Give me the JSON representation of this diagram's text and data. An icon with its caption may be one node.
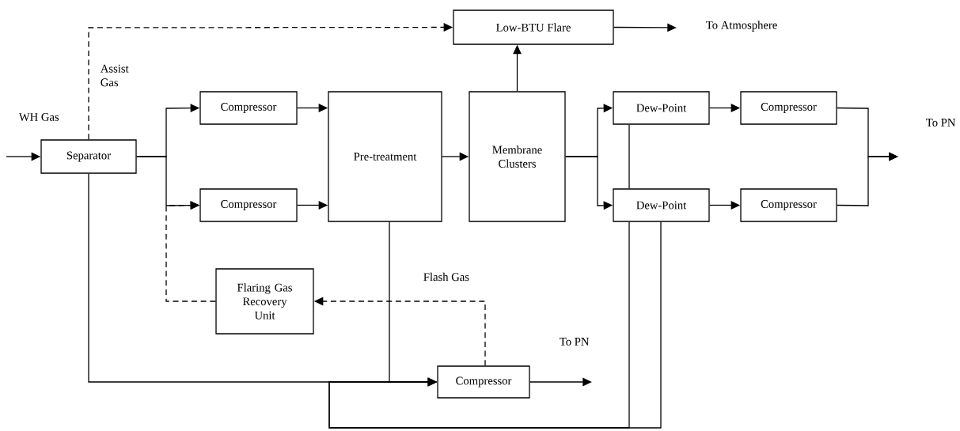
{
  "diagram": {
    "nodes": [
      {
        "text": [
          "Separator"
        ]
      },
      {
        "text": [
          "Low-BTU Flare"
        ]
      },
      {
        "text": [
          "Compressor"
        ]
      },
      {
        "text": [
          "Compressor"
        ]
      },
      {
        "text": [
          "Pre-treatment"
        ]
      },
      {
        "text": [
          "Membrane Clusters"
        ]
      },
      {
        "text": [
          "Dew-Point"
        ]
      },
      {
        "text": [
          "Compressor"
        ]
      },
      {
        "text": [
          "Dew-Point"
        ]
      },
      {
        "text": [
          "Compressor"
        ]
      },
      {
        "text": [
          "Flaring Gas Recovery Unit"
        ]
      },
      {
        "text": [
          "Compressor"
        ]
      }
    ],
    "edges": [
      {
        "from": null,
        "to": 0,
        "arrow": "to",
        "label": "WH Gas"
      },
      {
        "from": 0,
        "to": 1,
        "arrow": "to",
        "style": "dashed",
        "label": "Assist Gas"
      },
      {
        "from": 0,
        "to": 2,
        "arrow": "to"
      },
      {
        "from": 0,
        "to": 3,
        "arrow": "to"
      },
      {
        "from": 2,
        "to": 4,
        "arrow": "to"
      },
      {
        "from": 3,
        "to": 4,
        "arrow": "to"
      },
      {
        "from": 4,
        "to": 5,
        "arrow": "to"
      },
      {
        "from": 5,
        "to": 1,
        "arrow": "to"
      },
      {
        "from": 1,
        "to": null,
        "arrow": "to",
        "label": "To Atmosphere"
      },
      {
        "from": 5,
        "to": 6,
        "arrow": "to"
      },
      {
        "from": 5,
        "to": 8,
        "arrow": "to"
      },
      {
        "from": 6,
        "to": 7,
        "arrow": "to"
      },
      {
        "from": 8,
        "to": 9,
        "arrow": "to"
      },
      {
        "from": 7,
        "to": null,
        "arrow": "to"
      },
      {
        "from": 9,
        "to": null,
        "arrow": "to"
      },
      {
        "from": 6,
        "to": 8,
        "arrow": "none"
      },
      {
        "from": 8,
        "to": 11,
        "arrow": "to"
      },
      {
        "from": 8,
        "to": 11,
        "arrow": "to"
      },
      {
        "from": 0,
        "to": 11,
        "arrow": "to"
      },
      {
        "from": 4,
        "to": 11,
        "arrow": "to"
      },
      {
        "from": 10,
        "to": 3,
        "arrow": "to",
        "style": "dashed"
      },
      {
        "from": 11,
        "to": 10,
        "arrow": "to",
        "style": "dashed",
        "label": "Flash Gas"
      },
      {
        "from": 11,
        "to": null,
        "arrow": "to",
        "label": "To PN"
      }
    ],
    "labels": [
      "To PN"
    ]
  }
}
